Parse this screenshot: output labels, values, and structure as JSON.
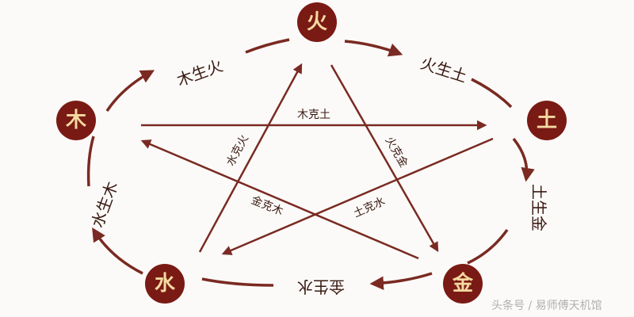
{
  "elements": {
    "fire": "火",
    "earth": "土",
    "metal": "金",
    "water": "水",
    "wood": "木"
  },
  "generating": {
    "wood_fire": "木生火",
    "fire_earth": "火生土",
    "earth_metal": "土生金",
    "metal_water": "金生水",
    "water_wood": "水生木"
  },
  "controlling": {
    "wood_earth": "木克土",
    "water_fire": "水克火",
    "fire_metal": "火克金",
    "metal_wood": "金克木",
    "earth_water": "土克水"
  },
  "colors": {
    "node_fill": "#7a1a14",
    "node_text": "#f4d9a0",
    "arrow": "#7a2a22"
  },
  "watermark": "头条号 / 易师傅天机馆"
}
